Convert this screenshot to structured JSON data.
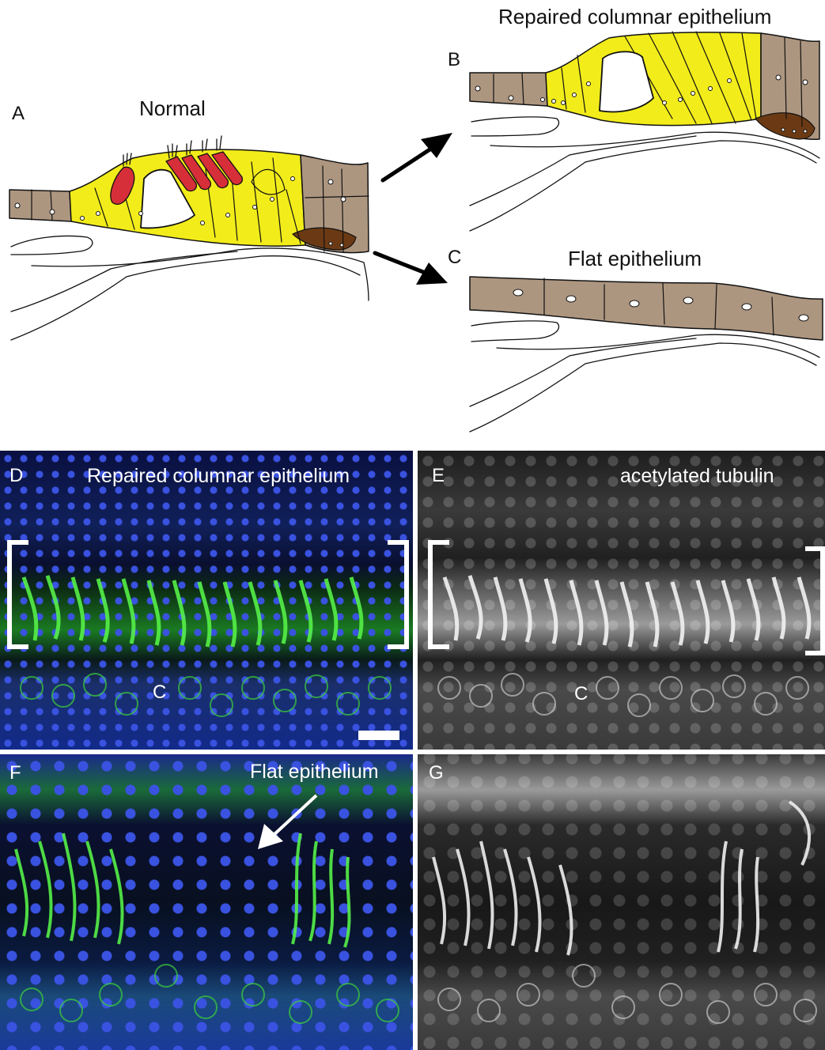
{
  "figure": {
    "schematic": {
      "panel_a": {
        "letter": "A",
        "title": "Normal"
      },
      "panel_b": {
        "letter": "B",
        "title": "Repaired columnar epithelium"
      },
      "panel_c": {
        "letter": "C",
        "title": "Flat epithelium"
      }
    },
    "micrographs": {
      "panel_d": {
        "letter": "D",
        "title": "Repaired columnar epithelium",
        "region_marker": "C"
      },
      "panel_e": {
        "letter": "E",
        "title": "acetylated tubulin",
        "region_marker": "C"
      },
      "panel_f": {
        "letter": "F",
        "title": "Flat epithelium"
      },
      "panel_g": {
        "letter": "G"
      }
    },
    "colors": {
      "support_cell": "#f2ec1a",
      "nonsensory_cell": "#ad9680",
      "hair_cell": "#d62f3a",
      "dark_cell": "#6b3a14",
      "nuclei_stain": "#2438c8",
      "tubulin_stain": "#3ddc3a"
    }
  }
}
